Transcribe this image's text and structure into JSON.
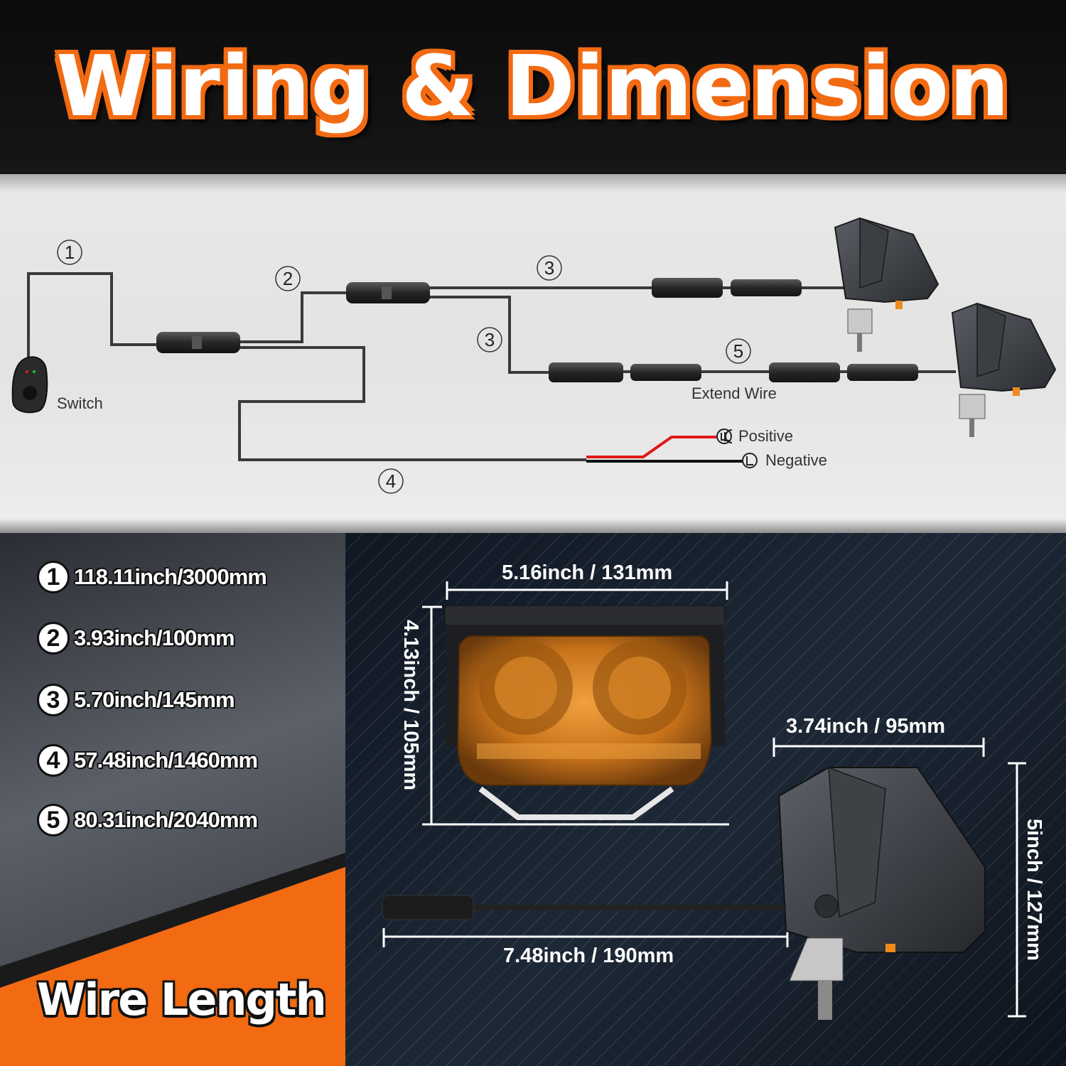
{
  "header": {
    "title": "Wiring & Dimension"
  },
  "wiring": {
    "labels": {
      "n1": "1",
      "n2": "2",
      "n3a": "3",
      "n3b": "3",
      "n4": "4",
      "n5": "5",
      "switch": "Switch",
      "extend_wire": "Extend Wire",
      "positive": "Positive",
      "negative": "Negative"
    },
    "colors": {
      "positive_wire": "#e01818",
      "negative_wire": "#111111",
      "cable": "#3a3a3a"
    }
  },
  "wire_length": {
    "title": "Wire Length",
    "items": [
      {
        "num": "1",
        "text": "118.11inch/3000mm"
      },
      {
        "num": "2",
        "text": "3.93inch/100mm"
      },
      {
        "num": "3",
        "text": "5.70inch/145mm"
      },
      {
        "num": "4",
        "text": "57.48inch/1460mm"
      },
      {
        "num": "5",
        "text": "80.31inch/2040mm"
      }
    ]
  },
  "dimensions": {
    "front_width": "5.16inch / 131mm",
    "front_height": "4.13inch / 105mm",
    "side_depth": "3.74inch / 95mm",
    "side_height": "5inch / 127mm",
    "cable_length": "7.48inch / 190mm"
  },
  "colors": {
    "accent": "#f26a12",
    "lens_amber": "#d9831a"
  }
}
